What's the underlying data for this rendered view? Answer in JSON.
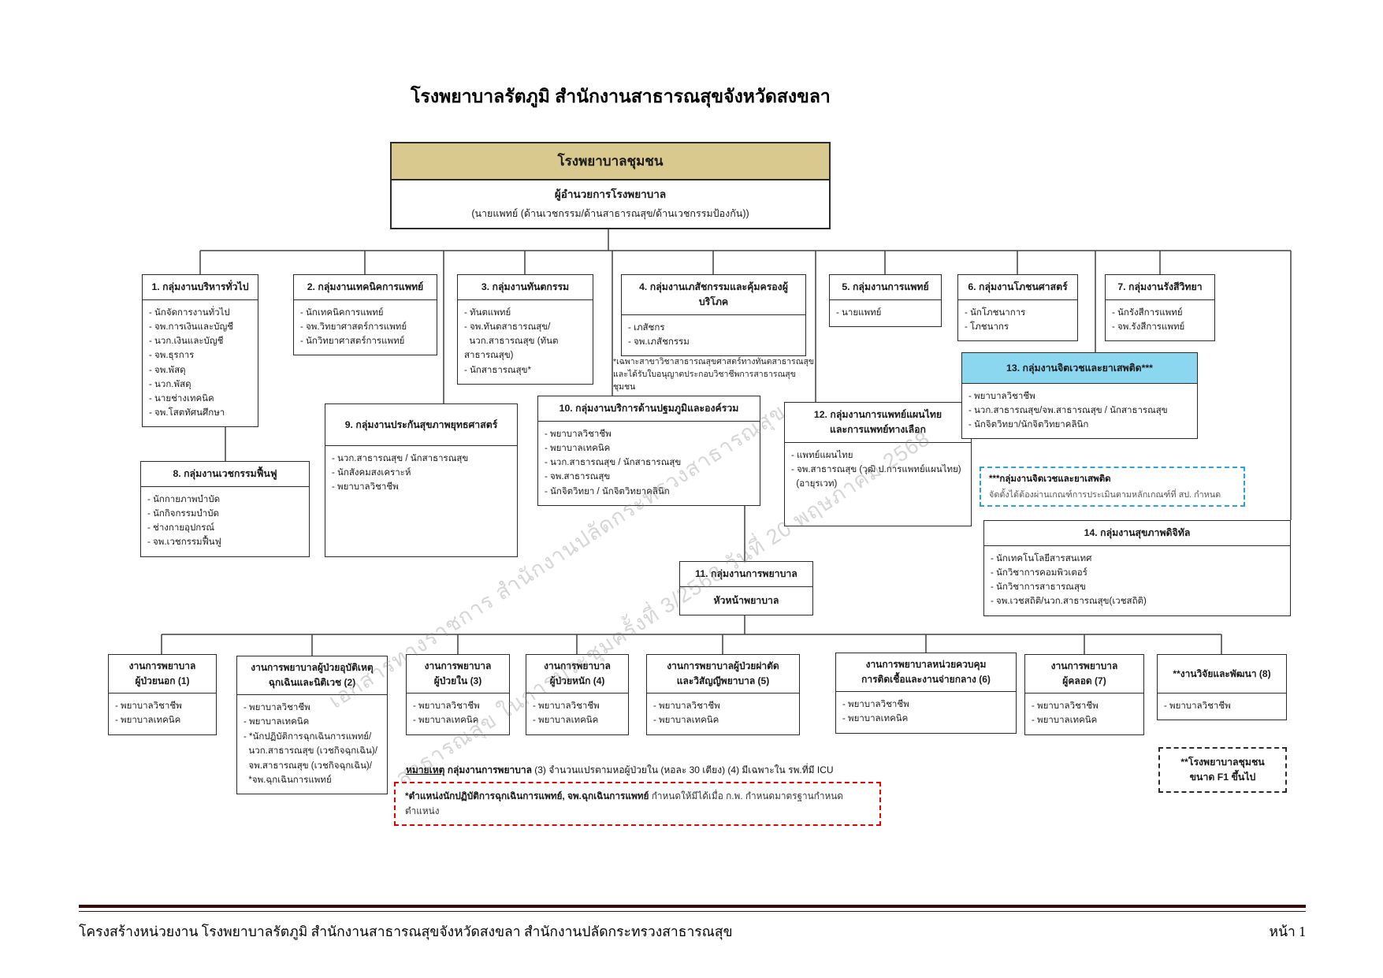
{
  "page": {
    "title": "โรงพยาบาลรัตภูมิ  สำนักงานสาธารณสุขจังหวัดสงขลา"
  },
  "root": {
    "header": "โรงพยาบาลชุมชน",
    "line1": "ผู้อำนวยการโรงพยาบาล",
    "line2": "(นายแพทย์ (ด้านเวชกรรม/ด้านสาธารณสุข/ด้านเวชกรรมป้องกัน))"
  },
  "boxes": {
    "b1": {
      "title": "1. กลุ่มงานบริหารทั่วไป",
      "items": [
        "- นักจัดการงานทั่วไป",
        "- จพ.การเงินและบัญชี",
        "- นวก.เงินและบัญชี",
        "- จพ.ธุรการ",
        "- จพ.พัสดุ",
        "- นวก.พัสดุ",
        "- นายช่างเทคนิค",
        "- จพ.โสตทัศนศึกษา"
      ]
    },
    "b2": {
      "title": "2. กลุ่มงานเทคนิคการแพทย์",
      "items": [
        "- นักเทคนิคการแพทย์",
        "- จพ.วิทยาศาสตร์การแพทย์",
        "- นักวิทยาศาสตร์การแพทย์"
      ]
    },
    "b3": {
      "title": "3. กลุ่มงานทันตกรรม",
      "items": [
        "- ทันตแพทย์",
        "- จพ.ทันตสาธารณสุข/",
        "  นวก.สาธารณสุข (ทันตสาธารณสุข)",
        "- นักสาธารณสุข*"
      ]
    },
    "b4": {
      "title": "4. กลุ่มงานเภสัชกรรมและคุ้มครองผู้บริโภค",
      "items": [
        "- เภสัชกร",
        "- จพ.เภสัชกรรม"
      ]
    },
    "b5": {
      "title": "5. กลุ่มงานการแพทย์",
      "items": [
        "- นายแพทย์"
      ]
    },
    "b6": {
      "title": "6. กลุ่มงานโภชนศาสตร์",
      "items": [
        "- นักโภชนาการ",
        "- โภชนากร"
      ]
    },
    "b7": {
      "title": "7. กลุ่มงานรังสีวิทยา",
      "items": [
        "- นักรังสีการแพทย์",
        "- จพ.รังสีการแพทย์"
      ]
    },
    "b8": {
      "title": "8. กลุ่มงานเวชกรรมฟื้นฟู",
      "items": [
        "- นักกายภาพบำบัด",
        "- นักกิจกรรมบำบัด",
        "- ช่างกายอุปกรณ์",
        "- จพ.เวชกรรมฟื้นฟู"
      ]
    },
    "b9": {
      "title": "9. กลุ่มงานประกันสุขภาพยุทธศาสตร์",
      "items": [
        "- นวก.สาธารณสุข / นักสาธารณสุข",
        "- นักสังคมสงเคราะห์",
        "- พยาบาลวิชาชีพ"
      ]
    },
    "b10": {
      "title": "10. กลุ่มงานบริการด้านปฐมภูมิและองค์รวม",
      "items": [
        "- พยาบาลวิชาชีพ",
        "- พยาบาลเทคนิค",
        "- นวก.สาธารณสุข / นักสาธารณสุข",
        "- จพ.สาธารณสุข",
        "- นักจิตวิทยา / นักจิตวิทยาคลินิก"
      ]
    },
    "b11": {
      "title": "11. กลุ่มงานการพยาบาล",
      "body": "หัวหน้าพยาบาล"
    },
    "b12": {
      "title": "12. กลุ่มงานการแพทย์แผนไทย\nและการแพทย์ทางเลือก",
      "items": [
        "- แพทย์แผนไทย",
        "- จพ.สาธารณสุข (วุฒิ ป.การแพทย์แผนไทย)",
        "  (อายุรเวท)"
      ]
    },
    "b13": {
      "title": "13. กลุ่มงานจิตเวชและยาเสพติด***",
      "items": [
        "- พยาบาลวิชาชีพ",
        "- นวก.สาธารณสุข/จพ.สาธารณสุข / นักสาธารณสุข",
        "- นักจิตวิทยา/นักจิตวิทยาคลินิก"
      ]
    },
    "b14": {
      "title": "14. กลุ่มงานสุขภาพดิจิทัล",
      "items": [
        "- นักเทคโนโลยีสารสนเทศ",
        "- นักวิชาการคอมพิวเตอร์",
        "- นักวิชาการสาธารณสุข",
        "- จพ.เวชสถิติ/นวก.สาธารณสุข(เวชสถิติ)"
      ]
    }
  },
  "nboxes": {
    "n1": {
      "title": "งานการพยาบาล\nผู้ป่วยนอก (1)",
      "items": [
        "- พยาบาลวิชาชีพ",
        "- พยาบาลเทคนิค"
      ]
    },
    "n2": {
      "title": "งานการพยาบาลผู้ป่วยอุบัติเหตุ\nฉุกเฉินและนิติเวช (2)",
      "items": [
        "- พยาบาลวิชาชีพ",
        "- พยาบาลเทคนิค",
        "- *นักปฏิบัติการฉุกเฉินการแพทย์/",
        "  นวก.สาธารณสุข (เวชกิจฉุกเฉิน)/",
        "  จพ.สาธารณสุข (เวชกิจฉุกเฉิน)/",
        "  *จพ.ฉุกเฉินการแพทย์"
      ]
    },
    "n3": {
      "title": "งานการพยาบาล\nผู้ป่วยใน (3)",
      "items": [
        "- พยาบาลวิชาชีพ",
        "- พยาบาลเทคนิค"
      ]
    },
    "n4": {
      "title": "งานการพยาบาล\nผู้ป่วยหนัก (4)",
      "items": [
        "- พยาบาลวิชาชีพ",
        "- พยาบาลเทคนิค"
      ]
    },
    "n5": {
      "title": "งานการพยาบาลผู้ป่วยผ่าตัด\nและวิสัญญีพยาบาล (5)",
      "items": [
        "- พยาบาลวิชาชีพ",
        "- พยาบาลเทคนิค"
      ]
    },
    "n6": {
      "title": "งานการพยาบาลหน่วยควบคุม\nการติดเชื้อและงานจ่ายกลาง (6)",
      "items": [
        "- พยาบาลวิชาชีพ",
        "- พยาบาลเทคนิค"
      ]
    },
    "n7": {
      "title": "งานการพยาบาล\nผู้คลอด (7)",
      "items": [
        "- พยาบาลวิชาชีพ",
        "- พยาบาลเทคนิค"
      ]
    },
    "n8": {
      "title": "**งานวิจัยและพัฒนา (8)",
      "items": [
        "- พยาบาลวิชาชีพ"
      ]
    }
  },
  "notes": {
    "dental": "*เฉพาะสาขาวิชาสาธารณสุขศาสตร์ทางทันตสาธารณสุข และได้รับใบอนุญาตประกอบวิชาชีพการสาธารณสุขชุมชน",
    "psych": {
      "bold": "***กลุ่มงานจิตเวชและยาเสพติด",
      "text": "จัดตั้งได้ต้องผ่านเกณฑ์การประเมินตามหลักเกณฑ์ที่ สป. กำหนด"
    },
    "remark": {
      "label": "หมายเหตุ",
      "bold": "กลุ่มงานการพยาบาล",
      "text": " (3) จำนวนแปรตามหอผู้ป่วยใน (หอละ 30 เตียง)  (4) มีเฉพาะใน รพ.ที่มี ICU"
    },
    "red": {
      "bold": "*ตำแหน่งนักปฏิบัติการฉุกเฉินการแพทย์, จพ.ฉุกเฉินการแพทย์ ",
      "text": "กำหนดให้มีได้เมื่อ ก.พ. กำหนดมาตรฐานกำหนดตำแหน่ง"
    },
    "f1": "**โรงพยาบาลชุมชน\nขนาด F1 ขึ้นไป"
  },
  "watermark": {
    "line1": "เอกสารทางราชการ สำนักงานปลัดกระทรวงสาธารณสุข",
    "line2": "สาธารณสุข ในการประชุมครั้งที่ 3/2568 วันที่ 20 พฤษภาคม 2568"
  },
  "footer": {
    "left": "โครงสร้างหน่วยงาน  โรงพยาบาลรัตภูมิ  สำนักงานสาธารณสุขจังหวัดสงขลา  สำนักงานปลัดกระทรวงสาธารณสุข",
    "right": "หน้า 1"
  },
  "colors": {
    "root_header": "#d9c98e",
    "psych_header": "#8cd7f0",
    "dashed_blue": "#29a3dc",
    "dashed_red": "#e60000",
    "footer_rule": "#380c0c"
  }
}
